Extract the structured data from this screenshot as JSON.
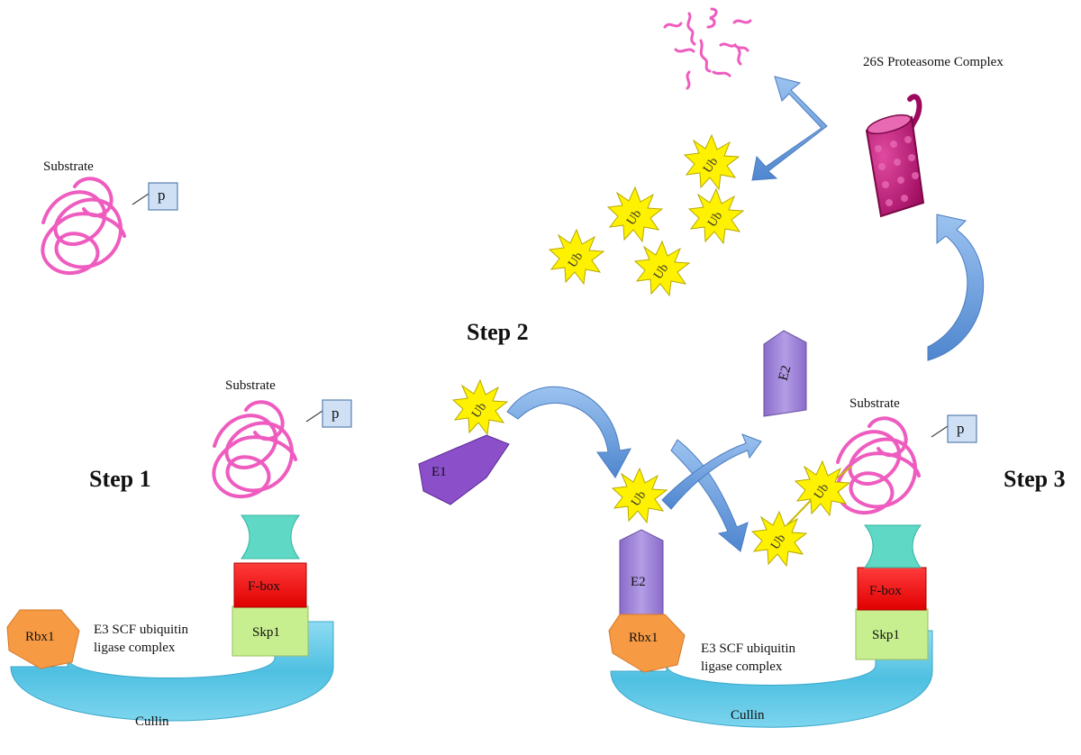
{
  "steps": {
    "step1": "Step 1",
    "step2": "Step 2",
    "step3": "Step 3"
  },
  "labels": {
    "substrate": "Substrate",
    "phosphate": "p",
    "proteasome": "26S Proteasome Complex",
    "e1": "E1",
    "e2": "E2",
    "ub": "Ub",
    "fbox": "F-box",
    "skp1": "Skp1",
    "rbx1": "Rbx1",
    "cullin": "Cullin",
    "e3_line1": "E3 SCF ubiquitin",
    "e3_line2": "ligase complex"
  },
  "colors": {
    "substrate": "#ee5cbf",
    "cullin": "#5cc8e6",
    "fbox": "#ff0a0a",
    "skp1": "#c7ee8f",
    "rbx1": "#f79a44",
    "adapter": "#5fd9c5",
    "e1": "#8a4fc9",
    "e2": "#a68ad9",
    "ub": "#fff200",
    "arrow": "#6e9fdc",
    "proteasome": "#c2147a"
  }
}
